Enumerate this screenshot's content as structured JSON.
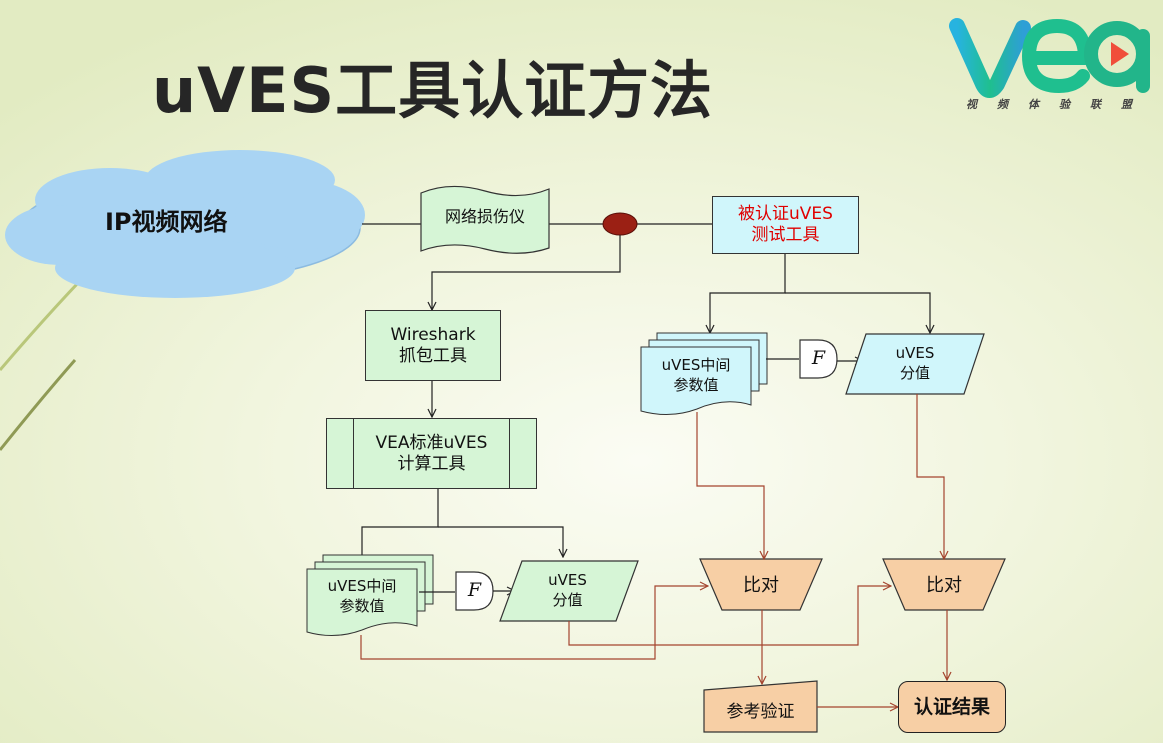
{
  "slide": {
    "title": "uVES工具认证方法",
    "logo_text": "vea",
    "logo_subtitle": "视频体验联盟"
  },
  "diagram": {
    "cloud_label": "IP视频网络",
    "impairment_label": "网络损伤仪",
    "tested_tool_label": "被认证uVES\n测试工具",
    "wireshark_label": "Wireshark\n抓包工具",
    "vea_tool_label": "VEA标准uVES\n计算工具",
    "left_params_label": "uVES中间\n参数值",
    "left_func_label": "F",
    "left_score_label": "uVES\n分值",
    "right_params_label": "uVES中间\n参数值",
    "right_func_label": "F",
    "right_score_label": "uVES\n分值",
    "compare1_label": "比对",
    "compare2_label": "比对",
    "reference_label": "参考验证",
    "result_label": "认证结果"
  },
  "colors": {
    "green_fill": "#d6f5d6",
    "cyan_fill": "#d0f6fb",
    "peach_fill": "#f7cfa5",
    "cloud_fill": "#a9d4f3",
    "tap_fill": "#9b2014",
    "arrow_brown": "#a4442e",
    "highlight_red": "#e00000"
  }
}
